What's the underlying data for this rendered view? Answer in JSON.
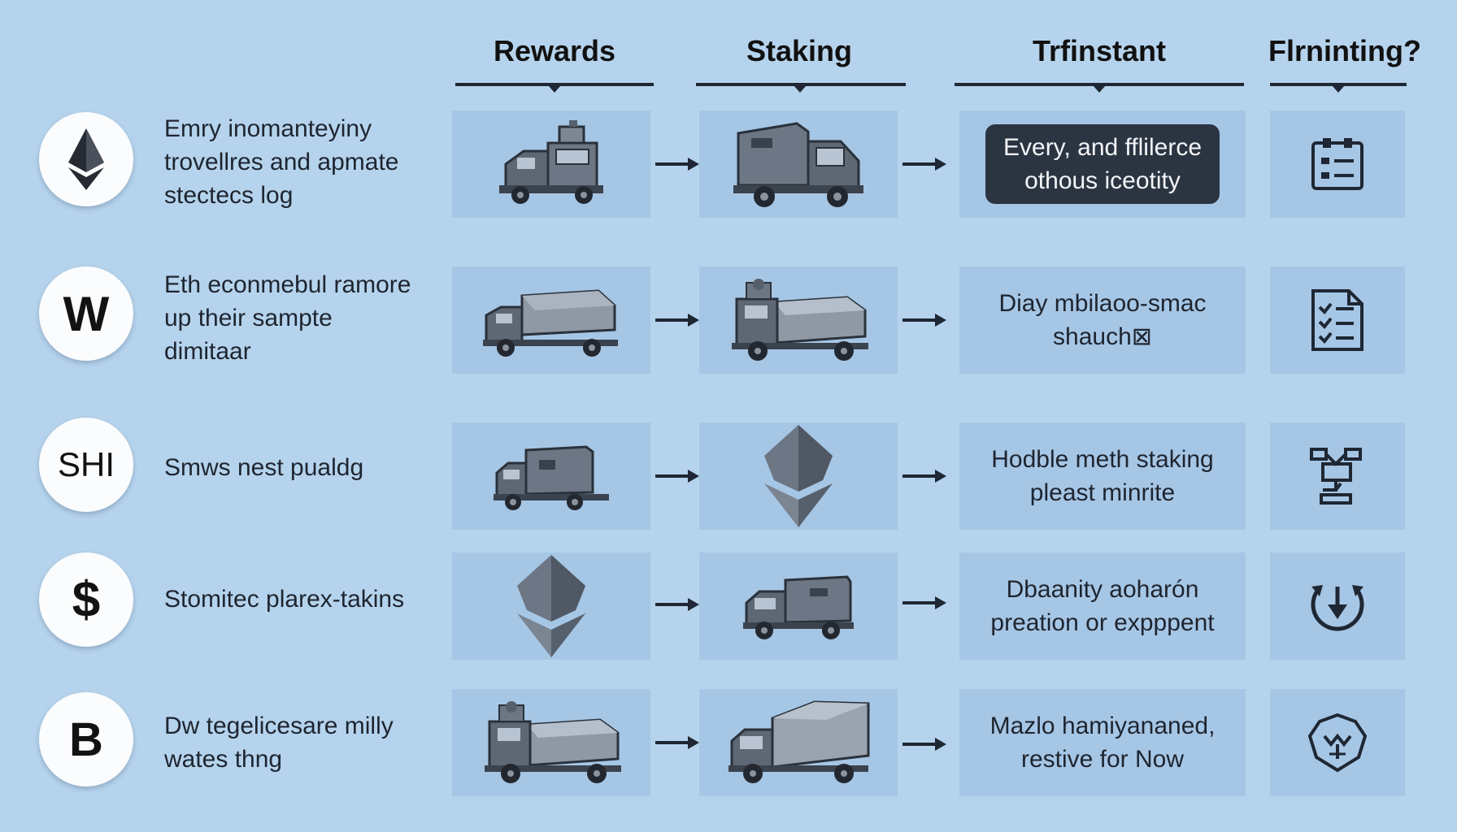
{
  "headers": [
    "Rewards",
    "Staking",
    "Trfinstant",
    "Flrninting?"
  ],
  "rows": [
    {
      "coin": {
        "label": "",
        "icon": "ethereum-icon"
      },
      "description": [
        "Emry inomanteyiny",
        "trovellres and apmate",
        "stectecs log"
      ],
      "rewards_icon": "truck-icon",
      "staking_icon": "truck-icon",
      "callout": [
        "Every, and fflilerce",
        "othous iceotity"
      ],
      "callout_style": "dark",
      "status_icon": "checklist-icon"
    },
    {
      "coin": {
        "label": "W",
        "icon": ""
      },
      "description": [
        "Eth econmebul ramore",
        "up their sampte",
        "dimitaar"
      ],
      "rewards_icon": "flatbed-truck-icon",
      "staking_icon": "loaded-truck-icon",
      "callout": [
        "Diay mbilaoo-smac",
        "shauch⊠"
      ],
      "callout_style": "light",
      "status_icon": "document-checklist-icon"
    },
    {
      "coin": {
        "label": "SHI",
        "icon": ""
      },
      "description": [
        "Smws nest pualdg"
      ],
      "rewards_icon": "truck-icon",
      "staking_icon": "ethereum-icon",
      "callout": [
        "Hodble meth staking",
        "pleast minrite"
      ],
      "callout_style": "light",
      "status_icon": "robot-arm-icon"
    },
    {
      "coin": {
        "label": "$",
        "icon": ""
      },
      "description": [
        "Stomitec plarex-takins"
      ],
      "rewards_icon": "ethereum-icon",
      "staking_icon": "truck-icon",
      "callout": [
        "Dbaanity aoharón",
        "preation or expppent"
      ],
      "callout_style": "light",
      "status_icon": "download-cycle-icon"
    },
    {
      "coin": {
        "label": "B",
        "icon": ""
      },
      "description": [
        "Dw tegelicesare milly",
        "wates thng"
      ],
      "rewards_icon": "loaded-truck-icon",
      "staking_icon": "box-truck-icon",
      "callout": [
        "Mazlo hamiyananed,",
        "restive for Now"
      ],
      "callout_style": "light",
      "status_icon": "shield-badge-icon"
    }
  ],
  "colors": {
    "background": "#b5d3ec",
    "cell": "#a6c6e5",
    "ink": "#1e2733",
    "vehicle": "#6c7684",
    "callout_dark": "#2b3542"
  }
}
